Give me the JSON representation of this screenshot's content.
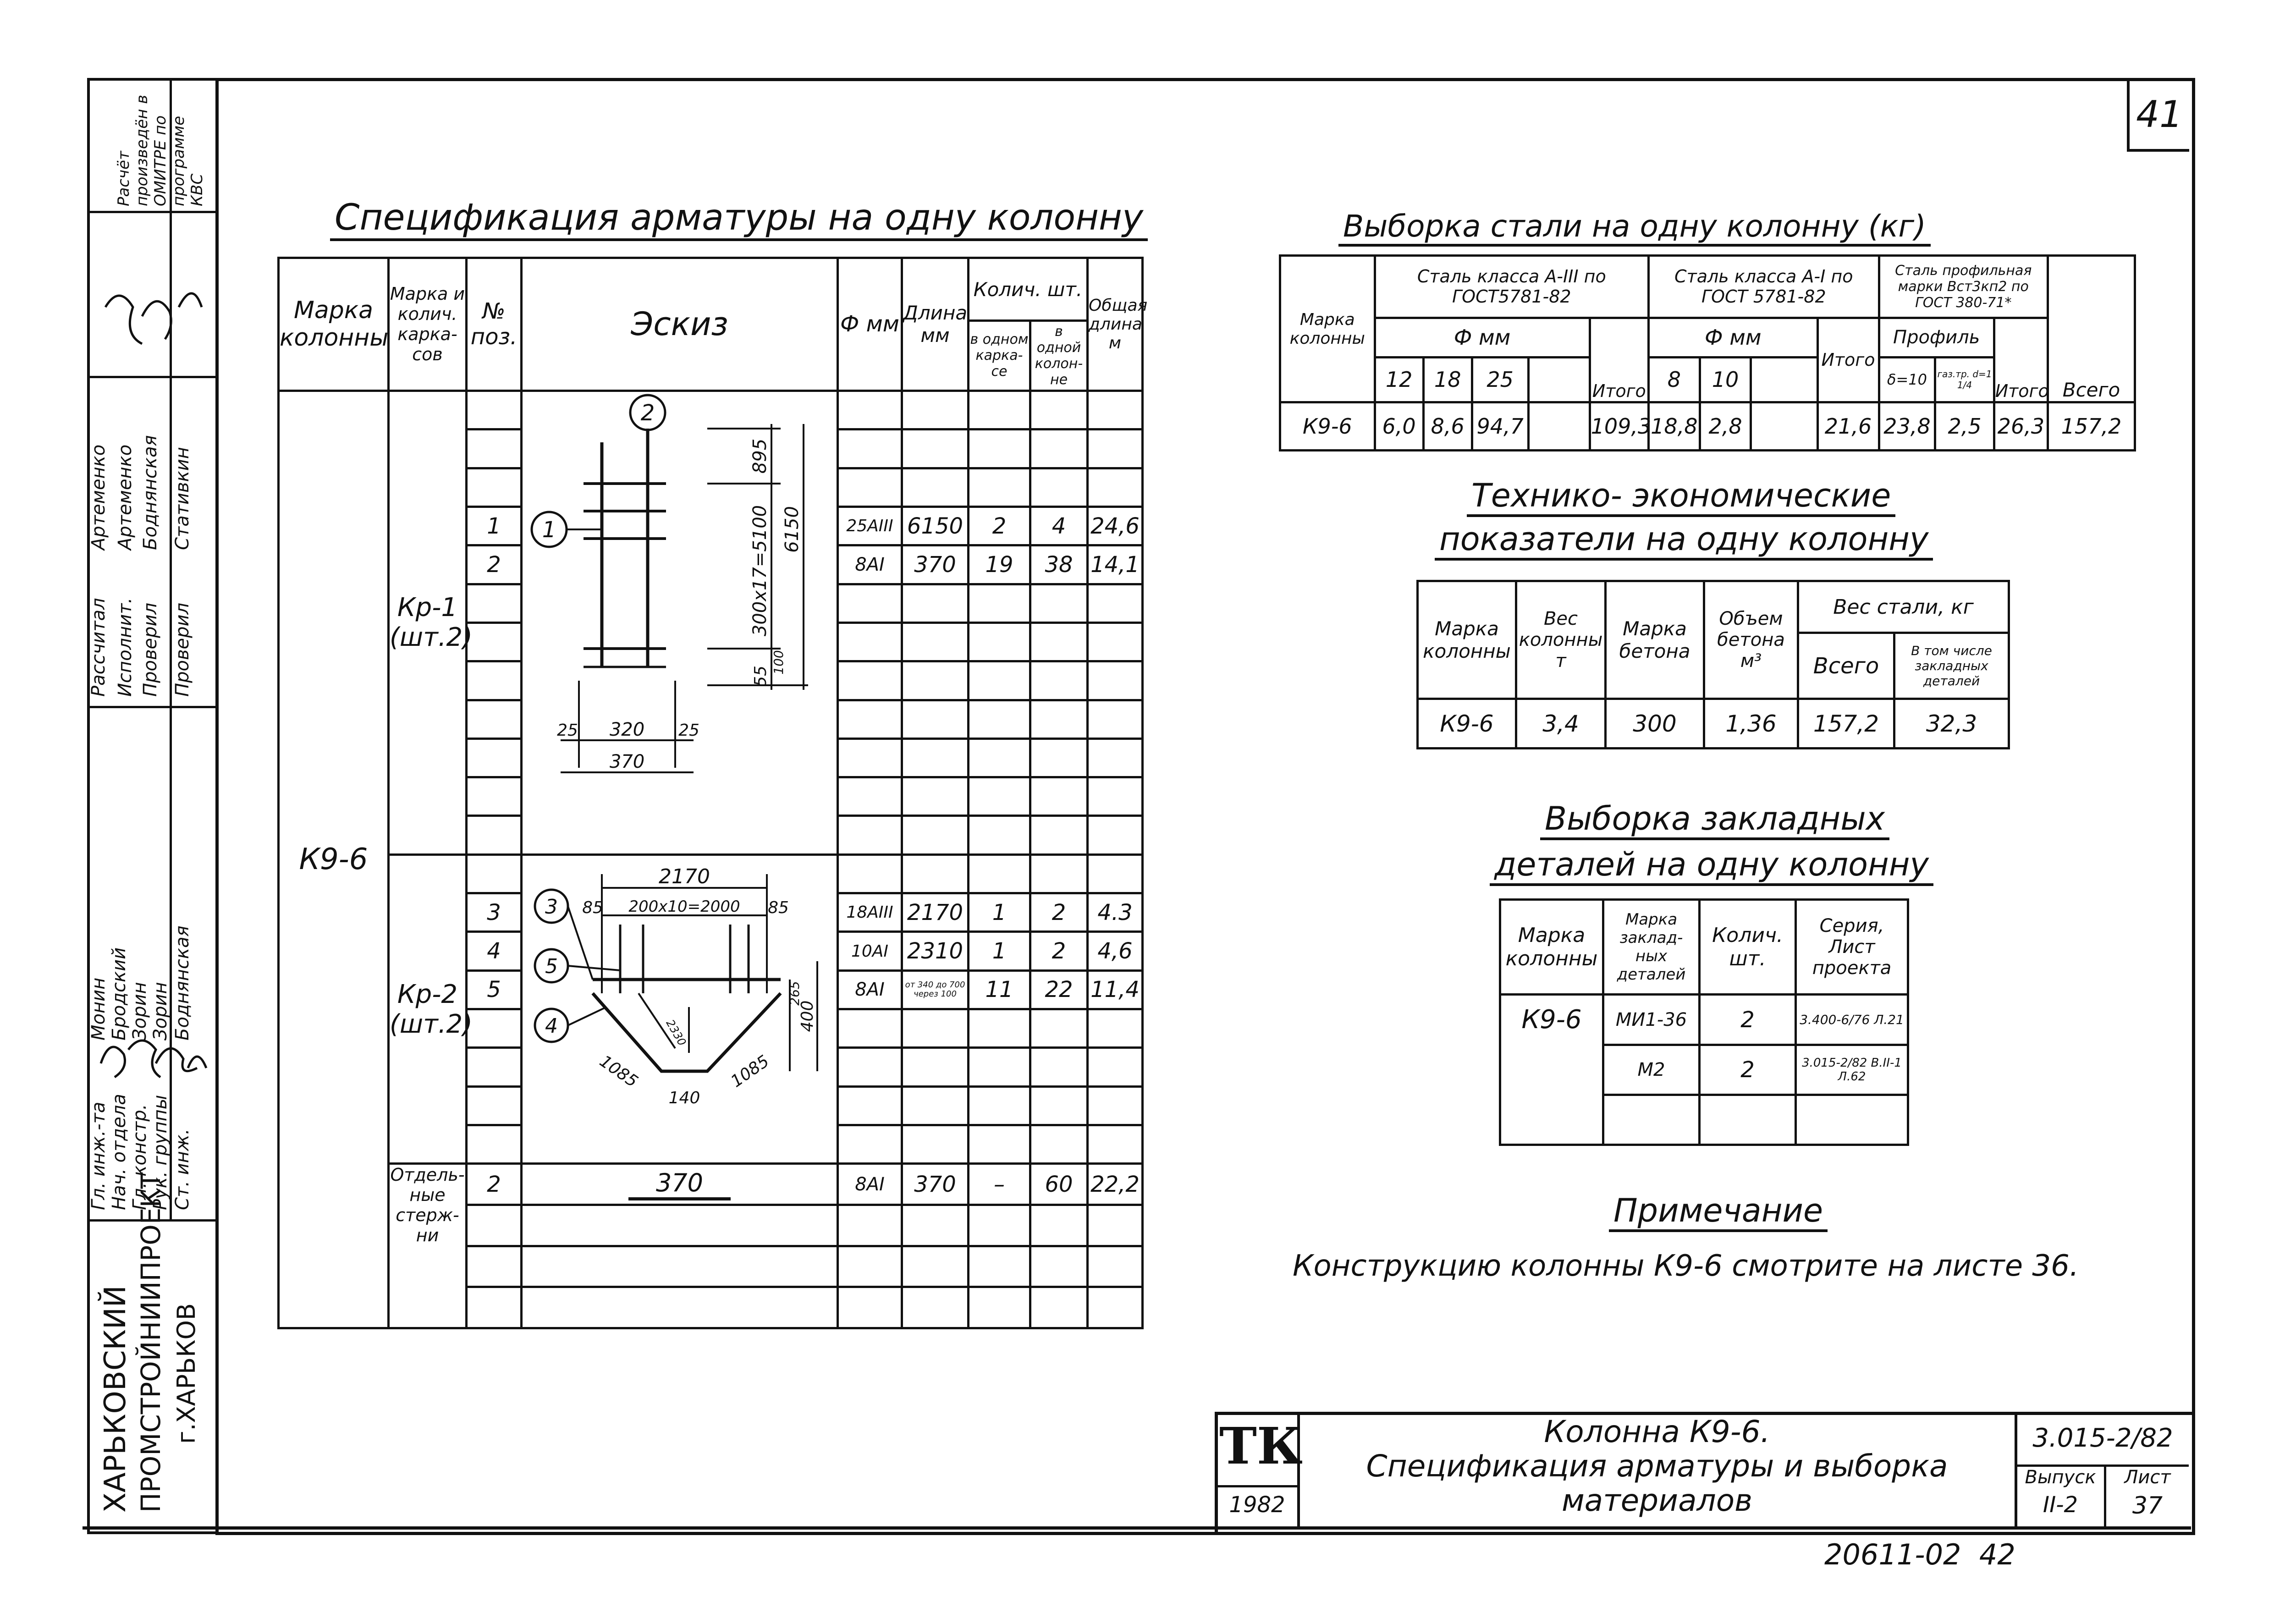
{
  "sheet_number_corner": "41",
  "stamp_bottom": "20611-02  42",
  "left_strip": {
    "org_line1": "ХАРЬКОВСКИЙ",
    "org_line2": "ПРОМСТРОЙНИИПРОЕКТ",
    "org_line3": "г.ХАРЬКОВ",
    "roles": [
      "Гл. инж.-та",
      "Нач. отдела",
      "Гл. констр.",
      "Рук. группы",
      "Ст. инж."
    ],
    "names": [
      "Монин",
      "Бродский",
      "Зорин",
      "Зорин",
      "Боднянская"
    ],
    "calc_roles": [
      "Рассчитал",
      "Исполнит.",
      "Проверил",
      "Проверил"
    ],
    "calc_names": [
      "Артеменко",
      "Артеменко",
      "Боднянская",
      "Стативкин"
    ],
    "calc_note": "Расчёт произведён в ОМИТРЕ по программе КВС"
  },
  "spec": {
    "title": "Спецификация арматуры на одну колонну",
    "headers": {
      "mark": "Марка колонны",
      "frame_mark": "Марка и колич. карка-сов",
      "pos": "№ поз.",
      "sketch": "Эскиз",
      "diam": "Ф мм",
      "length": "Длина мм",
      "qty": "Колич. шт.",
      "qty_frame": "в одном карка-се",
      "qty_col": "в одной колон-не",
      "total": "Общая длина м"
    },
    "column_mark": "К9-6",
    "groups": [
      {
        "name": "Кр-1",
        "count": "(шт.2)",
        "rows": [
          {
            "pos": "1",
            "diam": "25АIII",
            "len": "6150",
            "q1": "2",
            "q2": "4",
            "tot": "24,6"
          },
          {
            "pos": "2",
            "diam": "8АI",
            "len": "370",
            "q1": "19",
            "q2": "38",
            "tot": "14,1"
          }
        ]
      },
      {
        "name": "Кр-2",
        "count": "(шт.2)",
        "rows": [
          {
            "pos": "3",
            "diam": "18АIII",
            "len": "2170",
            "q1": "1",
            "q2": "2",
            "tot": "4.3"
          },
          {
            "pos": "4",
            "diam": "10АI",
            "len": "2310",
            "q1": "1",
            "q2": "2",
            "tot": "4,6"
          },
          {
            "pos": "5",
            "diam": "8АI",
            "len": "от 340 до 700 через 100",
            "q1": "11",
            "q2": "22",
            "tot": "11,4"
          }
        ]
      },
      {
        "name": "Отдель-ные стерж-ни",
        "count": "",
        "rows": [
          {
            "pos": "2",
            "diam": "8АI",
            "len": "370",
            "q1": "–",
            "q2": "60",
            "tot": "22,2"
          }
        ]
      }
    ],
    "sketch1": {
      "c1": "1",
      "c2": "2",
      "d1": "895",
      "d2": "300х17=5100",
      "d3": "6150",
      "d4": "100",
      "d5": "55",
      "d6": "25",
      "d7": "320",
      "d8": "25",
      "d9": "370"
    },
    "sketch2": {
      "c3": "3",
      "c4": "4",
      "c5": "5",
      "d1": "2170",
      "d2": "85",
      "d3": "200х10=2000",
      "d4": "85",
      "d5": "265",
      "d6": "400",
      "d7": "1085",
      "d8": "140",
      "d9": "1085",
      "d10": "2330"
    },
    "sketch3": {
      "d1": "370"
    }
  },
  "steel": {
    "title": "Выборка стали на одну колонну (кг)",
    "h_mark": "Марка колонны",
    "h_a3": "Сталь класса А-III по ГОСТ5781-82",
    "h_a1": "Сталь класса А-I по ГОСТ 5781-82",
    "h_prof": "Сталь профильная марки Вст3кп2 по ГОСТ 380-71*",
    "h_dmm": "Ф мм",
    "h_dmm2": "Ф мм",
    "h_profile": "Профиль",
    "h_total": "Итого",
    "h_total2": "Итого",
    "h_total3": "Итого",
    "h_all": "Всего",
    "d_a3": [
      "12",
      "18",
      "25"
    ],
    "d_a1": [
      "8",
      "10"
    ],
    "d_prof": [
      "δ=10",
      "газ.тр. d=1 1/4"
    ],
    "row": {
      "mark": "К9-6",
      "a3": [
        "6,0",
        "8,6",
        "94,7",
        ""
      ],
      "a3_tot": "109,3",
      "a1": [
        "18,8",
        "2,8",
        ""
      ],
      "a1_tot": "21,6",
      "prof": [
        "23,8",
        "2,5",
        ""
      ],
      "prof_tot": "26,3",
      "all": "157,2"
    }
  },
  "tech": {
    "title1": "Технико- экономические",
    "title2": "показатели на одну колонну",
    "h_mark": "Марка колонны",
    "h_weight": "Вес колонны т",
    "h_concrete": "Марка бетона",
    "h_volume": "Объем бетона м³",
    "h_steel": "Вес стали, кг",
    "h_all": "Всего",
    "h_incl": "В том числе закладных деталей",
    "row": {
      "mark": "К9-6",
      "weight": "3,4",
      "concrete": "300",
      "volume": "1,36",
      "all": "157,2",
      "incl": "32,3"
    }
  },
  "embedded": {
    "title1": "Выборка закладных",
    "title2": "деталей на одну колонну",
    "h_mark": "Марка колонны",
    "h_det": "Марка заклад-ных деталей",
    "h_qty": "Колич. шт.",
    "h_series": "Серия, Лист проекта",
    "mark": "К9-6",
    "rows": [
      {
        "det": "МИ1-36",
        "qty": "2",
        "series": "3.400-6/76 Л.21"
      },
      {
        "det": "М2",
        "qty": "2",
        "series": "3.015-2/82 В.II-1 Л.62"
      }
    ]
  },
  "note": {
    "title": "Примечание",
    "text": "Конструкцию колонны К9-6 смотрите на листе 36."
  },
  "titleblock": {
    "logo": "ТК",
    "year": "1982",
    "line1": "Колонна К9-6.",
    "line2": "Спецификация арматуры и выборка",
    "line3": "материалов",
    "code": "3.015-2/82",
    "issue_label": "Выпуск",
    "issue": "II-2",
    "sheet_label": "Лист",
    "sheet": "37"
  }
}
